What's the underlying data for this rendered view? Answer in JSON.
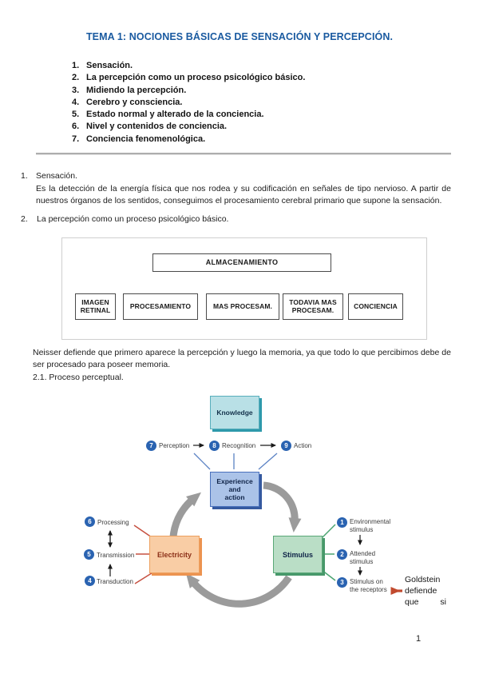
{
  "document": {
    "title": "TEMA 1: NOCIONES BÁSICAS DE SENSACIÓN Y PERCEPCIÓN.",
    "page_number": "1"
  },
  "toc": {
    "items": [
      {
        "num": "1.",
        "label": "Sensación."
      },
      {
        "num": "2.",
        "label": "La percepción como un proceso psicológico básico."
      },
      {
        "num": "3.",
        "label": "Midiendo la percepción."
      },
      {
        "num": "4.",
        "label": "Cerebro y consciencia."
      },
      {
        "num": "5.",
        "label": "Estado normal y alterado de la conciencia."
      },
      {
        "num": "6.",
        "label": "Nivel y contenidos de conciencia."
      },
      {
        "num": "7.",
        "label": "Conciencia fenomenológica."
      }
    ]
  },
  "sections": {
    "s1_num": "1.",
    "s1_heading": "Sensación.",
    "s1_body": "Es la detección de la energía física que nos rodea y su codificación en señales de tipo nervioso. A partir de nuestros órganos de los sentidos, conseguimos el procesamiento cerebral primario que supone la sensación.",
    "s2_num": "2.",
    "s2_heading": "La percepción como un proceso psicológico básico.",
    "neisser_body": "Neisser defiende que primero aparece la percepción y luego la memoria, ya que todo lo que percibimos debe de ser procesado para poseer memoria.",
    "s21_heading": "2.1. Proceso perceptual."
  },
  "flowchart": {
    "storage": "ALMACENAMIENTO",
    "boxes": [
      {
        "label": "IMAGEN RETINAL"
      },
      {
        "label": "PROCESAMIENTO"
      },
      {
        "label": "MAS PROCESAM."
      },
      {
        "label": "TODAVIA MAS PROCESAM."
      },
      {
        "label": "CONCIENCIA"
      }
    ]
  },
  "cycle": {
    "knowledge": "Knowledge",
    "experience": "Experience\nand\naction",
    "electricity": "Electricity",
    "stimulus": "Stimulus",
    "top_steps": [
      {
        "num": "7",
        "label": "Perception"
      },
      {
        "num": "8",
        "label": "Recognition"
      },
      {
        "num": "9",
        "label": "Action"
      }
    ],
    "left_steps": [
      {
        "num": "6",
        "label": "Processing"
      },
      {
        "num": "5",
        "label": "Transmission"
      },
      {
        "num": "4",
        "label": "Transduction"
      }
    ],
    "right_steps": [
      {
        "num": "1",
        "label": "Environmental stimulus"
      },
      {
        "num": "2",
        "label": "Attended stimulus"
      },
      {
        "num": "3",
        "label": "Stimulus on the receptors"
      }
    ]
  },
  "annotation": {
    "text": "Goldstein defiende que si"
  },
  "colors": {
    "title_blue": "#1a5aa0",
    "circle_blue": "#2a63b1",
    "knowledge_fill": "#b9e0e6",
    "experience_fill": "#abc3e8",
    "electricity_fill": "#f9cda5",
    "stimulus_fill": "#badec6",
    "arrow_gray": "#9b9b9b",
    "accent_red": "#c14a2e"
  }
}
